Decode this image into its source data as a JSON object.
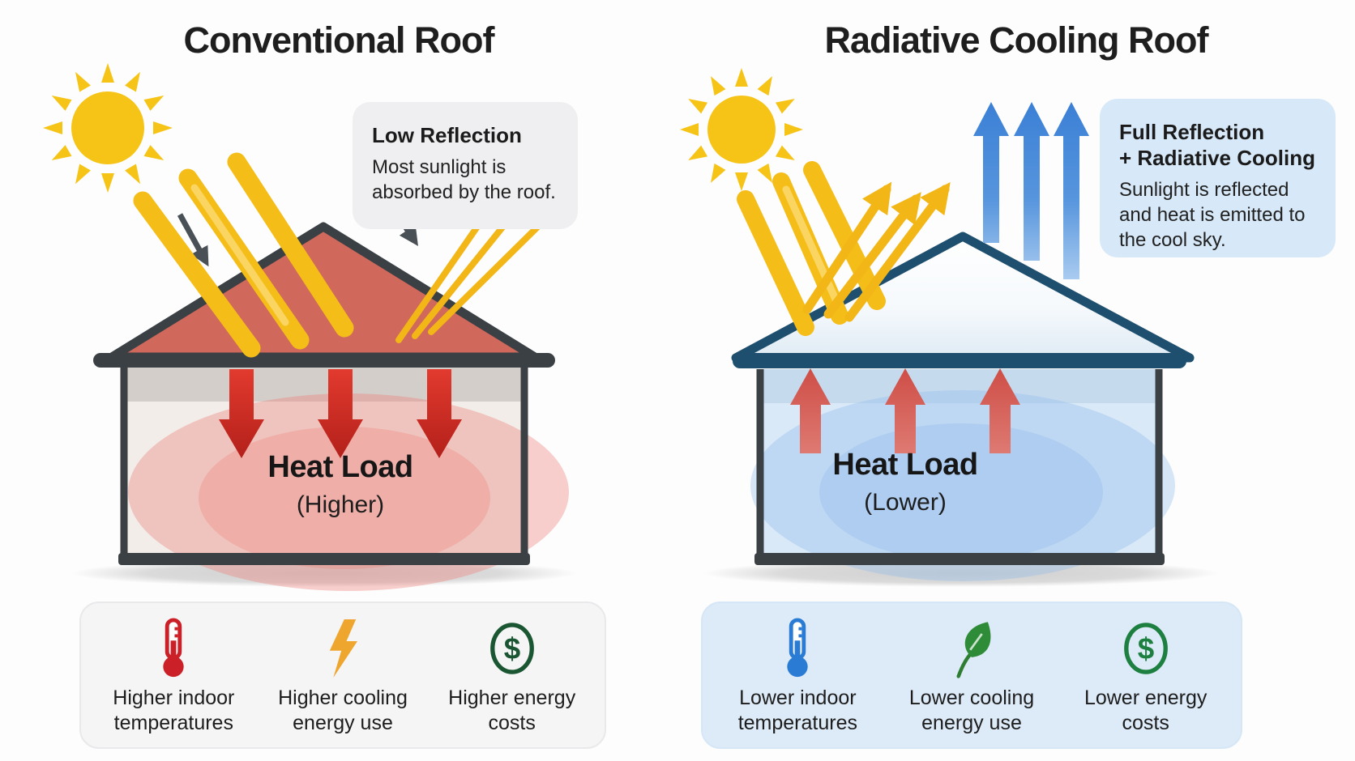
{
  "left": {
    "title": "Conventional Roof",
    "callout": {
      "title": "Low Reflection",
      "body": "Most sunlight is absorbed by the roof."
    },
    "heat_load": {
      "label": "Heat Load",
      "qualifier": "(Higher)"
    },
    "benefits": [
      {
        "icon": "thermometer-icon",
        "label_line1": "Higher indoor",
        "label_line2": "temperatures"
      },
      {
        "icon": "lightning-icon",
        "label_line1": "Higher cooling",
        "label_line2": "energy use"
      },
      {
        "icon": "dollar-circle-icon",
        "label_line1": "Higher energy",
        "label_line2": "costs"
      }
    ]
  },
  "right": {
    "title": "Radiative Cooling Roof",
    "callout": {
      "title_line1": "Full Reflection",
      "title_line2": "+ Radiative Cooling",
      "body": "Sunlight is reflected and heat is emitted to the cool sky."
    },
    "heat_load": {
      "label": "Heat Load",
      "qualifier": "(Lower)"
    },
    "benefits": [
      {
        "icon": "thermometer-icon",
        "label_line1": "Lower indoor",
        "label_line2": "temperatures"
      },
      {
        "icon": "leaf-icon",
        "label_line1": "Lower cooling",
        "label_line2": "energy use"
      },
      {
        "icon": "dollar-circle-icon",
        "label_line1": "Lower energy",
        "label_line2": "costs"
      }
    ]
  },
  "colors": {
    "sun_yellow": "#f6c416",
    "beam_yellow": "#f5bd18",
    "conventional_roof_red": "#d0695c",
    "roof_outline_dark": "#3b4045",
    "cool_roof_teal": "#1e4f6e",
    "heat_arrow_red": "#c6231c",
    "heat_arrow_salmon": "#d8605a",
    "sky_arrow_blue": "#3e86d8",
    "warm_wall": "#f3ede9",
    "cool_wall": "#d9e9f7",
    "gray_callout_bg": "#efeff1",
    "blue_callout_bg": "#d7e8f8",
    "thermo_red": "#cb2027",
    "thermo_blue": "#2a7bd4",
    "bolt_orange": "#efa62e",
    "leaf_green": "#2e8b37",
    "dollar_dark_green": "#1a5632",
    "dollar_green": "#1e8040"
  }
}
